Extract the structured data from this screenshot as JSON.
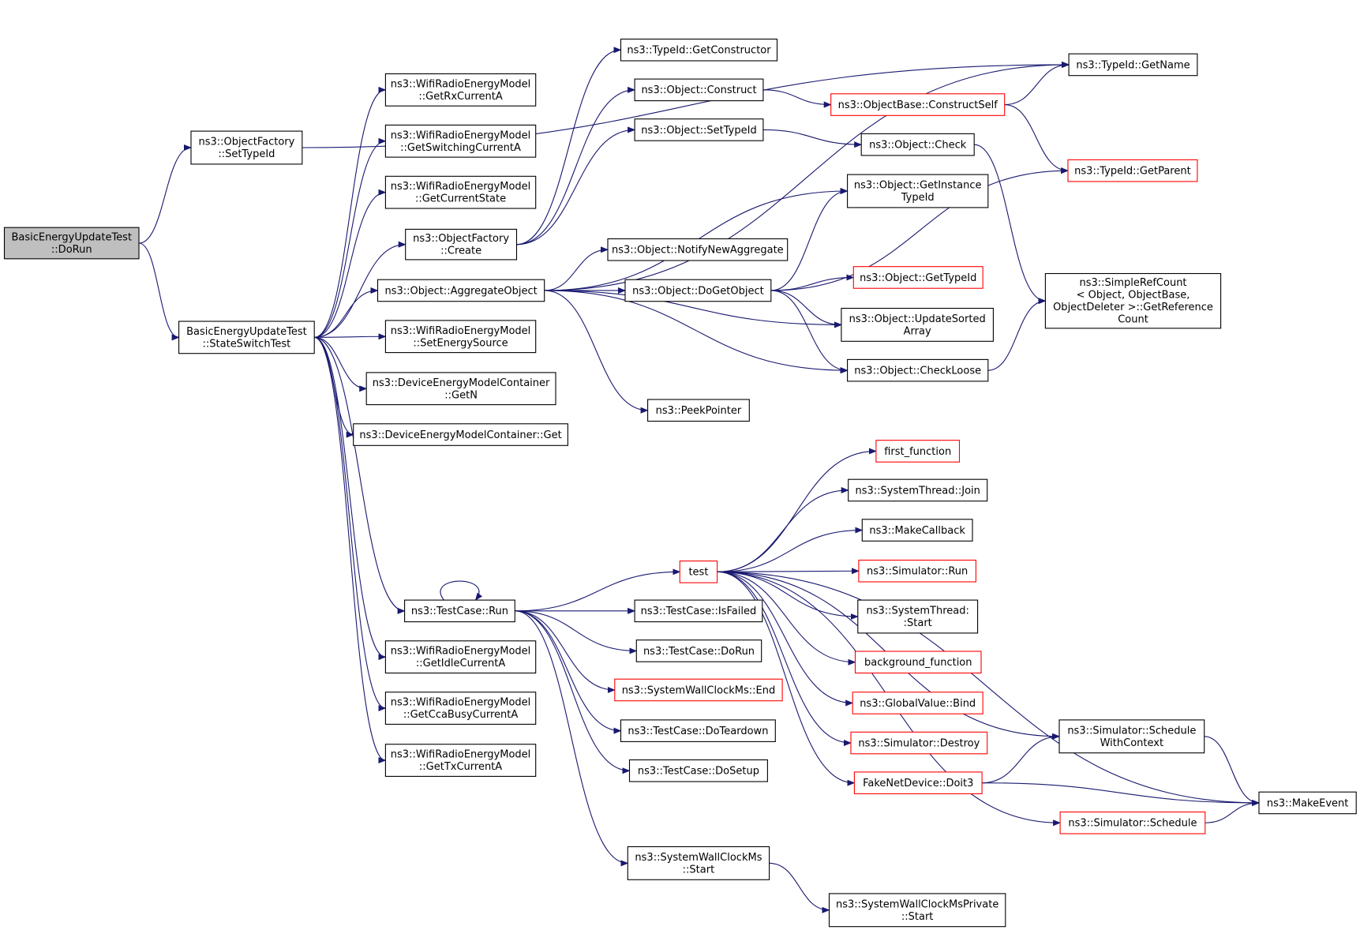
{
  "nodes": [
    {
      "id": "dorun",
      "lines": [
        "BasicEnergyUpdateTest",
        "::DoRun"
      ],
      "fill": "gray"
    },
    {
      "id": "of_settypeid",
      "lines": [
        "ns3::ObjectFactory",
        "::SetTypeId"
      ]
    },
    {
      "id": "sst",
      "lines": [
        "BasicEnergyUpdateTest",
        "::StateSwitchTest"
      ]
    },
    {
      "id": "getname",
      "lines": [
        "ns3::TypeId::GetName"
      ]
    },
    {
      "id": "getctor",
      "lines": [
        "ns3::TypeId::GetConstructor"
      ]
    },
    {
      "id": "getrx",
      "lines": [
        "ns3::WifiRadioEnergyModel",
        "::GetRxCurrentA"
      ]
    },
    {
      "id": "getsw",
      "lines": [
        "ns3::WifiRadioEnergyModel",
        "::GetSwitchingCurrentA"
      ]
    },
    {
      "id": "getcs",
      "lines": [
        "ns3::WifiRadioEnergyModel",
        "::GetCurrentState"
      ]
    },
    {
      "id": "of_create",
      "lines": [
        "ns3::ObjectFactory",
        "::Create"
      ]
    },
    {
      "id": "construct",
      "lines": [
        "ns3::Object::Construct"
      ]
    },
    {
      "id": "obj_settypeid",
      "lines": [
        "ns3::Object::SetTypeId"
      ]
    },
    {
      "id": "constructself",
      "lines": [
        "ns3::ObjectBase::ConstructSelf"
      ],
      "border": "red"
    },
    {
      "id": "check",
      "lines": [
        "ns3::Object::Check"
      ]
    },
    {
      "id": "getparent",
      "lines": [
        "ns3::TypeId::GetParent"
      ],
      "border": "red"
    },
    {
      "id": "getinst",
      "lines": [
        "ns3::Object::GetInstance",
        "TypeId"
      ]
    },
    {
      "id": "notify",
      "lines": [
        "ns3::Object::NotifyNewAggregate"
      ]
    },
    {
      "id": "aggregate",
      "lines": [
        "ns3::Object::AggregateObject"
      ]
    },
    {
      "id": "dogetobject",
      "lines": [
        "ns3::Object::DoGetObject"
      ]
    },
    {
      "id": "gettypeid",
      "lines": [
        "ns3::Object::GetTypeId"
      ],
      "border": "red"
    },
    {
      "id": "simplerefcount",
      "lines": [
        "ns3::SimpleRefCount",
        "< Object, ObjectBase,",
        " ObjectDeleter >::GetReference",
        "Count"
      ]
    },
    {
      "id": "updatesorted",
      "lines": [
        "ns3::Object::UpdateSorted",
        "Array"
      ]
    },
    {
      "id": "setsrc",
      "lines": [
        "ns3::WifiRadioEnergyModel",
        "::SetEnergySource"
      ]
    },
    {
      "id": "getn",
      "lines": [
        "ns3::DeviceEnergyModelContainer",
        "::GetN"
      ]
    },
    {
      "id": "checkloose",
      "lines": [
        "ns3::Object::CheckLoose"
      ]
    },
    {
      "id": "peek",
      "lines": [
        "ns3::PeekPointer"
      ]
    },
    {
      "id": "dem_get",
      "lines": [
        "ns3::DeviceEnergyModelContainer::Get"
      ]
    },
    {
      "id": "first",
      "lines": [
        "first_function"
      ],
      "border": "red"
    },
    {
      "id": "join",
      "lines": [
        "ns3::SystemThread::Join"
      ]
    },
    {
      "id": "makecb",
      "lines": [
        "ns3::MakeCallback"
      ]
    },
    {
      "id": "test",
      "lines": [
        "test"
      ],
      "border": "red"
    },
    {
      "id": "simrun",
      "lines": [
        "ns3::Simulator::Run"
      ],
      "border": "red"
    },
    {
      "id": "tc_run",
      "lines": [
        "ns3::TestCase::Run"
      ]
    },
    {
      "id": "isfailed",
      "lines": [
        "ns3::TestCase::IsFailed"
      ]
    },
    {
      "id": "st_start",
      "lines": [
        "ns3::SystemThread:",
        ":Start"
      ]
    },
    {
      "id": "tc_dorun",
      "lines": [
        "ns3::TestCase::DoRun"
      ]
    },
    {
      "id": "bg",
      "lines": [
        "background_function"
      ],
      "border": "red"
    },
    {
      "id": "idle",
      "lines": [
        "ns3::WifiRadioEnergyModel",
        "::GetIdleCurrentA"
      ]
    },
    {
      "id": "swc_end",
      "lines": [
        "ns3::SystemWallClockMs::End"
      ],
      "border": "red"
    },
    {
      "id": "gvbind",
      "lines": [
        "ns3::GlobalValue::Bind"
      ],
      "border": "red"
    },
    {
      "id": "cca",
      "lines": [
        "ns3::WifiRadioEnergyModel",
        "::GetCcaBusyCurrentA"
      ]
    },
    {
      "id": "teardown",
      "lines": [
        "ns3::TestCase::DoTeardown"
      ]
    },
    {
      "id": "schedctx",
      "lines": [
        "ns3::Simulator::Schedule",
        "WithContext"
      ]
    },
    {
      "id": "destroy",
      "lines": [
        "ns3::Simulator::Destroy"
      ],
      "border": "red"
    },
    {
      "id": "tx",
      "lines": [
        "ns3::WifiRadioEnergyModel",
        "::GetTxCurrentA"
      ]
    },
    {
      "id": "setup",
      "lines": [
        "ns3::TestCase::DoSetup"
      ]
    },
    {
      "id": "doit3",
      "lines": [
        "FakeNetDevice::Doit3"
      ],
      "border": "red"
    },
    {
      "id": "makeevent",
      "lines": [
        "ns3::MakeEvent"
      ]
    },
    {
      "id": "schedule",
      "lines": [
        "ns3::Simulator::Schedule"
      ],
      "border": "red"
    },
    {
      "id": "swc_start",
      "lines": [
        "ns3::SystemWallClockMs",
        "::Start"
      ]
    },
    {
      "id": "swcp_start",
      "lines": [
        "ns3::SystemWallClockMsPrivate",
        "::Start"
      ]
    }
  ],
  "edges": [
    [
      "dorun",
      "of_settypeid"
    ],
    [
      "dorun",
      "sst"
    ],
    [
      "of_settypeid",
      "getname"
    ],
    [
      "sst",
      "getrx"
    ],
    [
      "sst",
      "getsw"
    ],
    [
      "sst",
      "getcs"
    ],
    [
      "sst",
      "of_create"
    ],
    [
      "sst",
      "aggregate"
    ],
    [
      "sst",
      "setsrc"
    ],
    [
      "sst",
      "getn"
    ],
    [
      "sst",
      "dem_get"
    ],
    [
      "sst",
      "tc_run"
    ],
    [
      "sst",
      "idle"
    ],
    [
      "sst",
      "cca"
    ],
    [
      "sst",
      "tx"
    ],
    [
      "of_create",
      "getctor"
    ],
    [
      "of_create",
      "construct"
    ],
    [
      "of_create",
      "obj_settypeid"
    ],
    [
      "construct",
      "constructself"
    ],
    [
      "obj_settypeid",
      "check"
    ],
    [
      "constructself",
      "getname"
    ],
    [
      "constructself",
      "getparent"
    ],
    [
      "check",
      "simplerefcount"
    ],
    [
      "aggregate",
      "getname"
    ],
    [
      "aggregate",
      "getinst"
    ],
    [
      "aggregate",
      "notify"
    ],
    [
      "aggregate",
      "dogetobject"
    ],
    [
      "aggregate",
      "updatesorted"
    ],
    [
      "aggregate",
      "checkloose"
    ],
    [
      "aggregate",
      "peek"
    ],
    [
      "dogetobject",
      "getinst"
    ],
    [
      "dogetobject",
      "getparent"
    ],
    [
      "dogetobject",
      "gettypeid"
    ],
    [
      "dogetobject",
      "updatesorted"
    ],
    [
      "dogetobject",
      "checkloose"
    ],
    [
      "checkloose",
      "simplerefcount"
    ],
    [
      "tc_run",
      "tc_run"
    ],
    [
      "tc_run",
      "test"
    ],
    [
      "tc_run",
      "isfailed"
    ],
    [
      "tc_run",
      "tc_dorun"
    ],
    [
      "tc_run",
      "swc_end"
    ],
    [
      "tc_run",
      "teardown"
    ],
    [
      "tc_run",
      "setup"
    ],
    [
      "tc_run",
      "swc_start"
    ],
    [
      "swc_start",
      "swcp_start"
    ],
    [
      "test",
      "first"
    ],
    [
      "test",
      "join"
    ],
    [
      "test",
      "makecb"
    ],
    [
      "test",
      "simrun"
    ],
    [
      "test",
      "st_start"
    ],
    [
      "test",
      "bg"
    ],
    [
      "test",
      "gvbind"
    ],
    [
      "test",
      "destroy"
    ],
    [
      "test",
      "doit3"
    ],
    [
      "test",
      "schedule"
    ],
    [
      "test",
      "schedctx"
    ],
    [
      "test",
      "makeevent"
    ],
    [
      "doit3",
      "schedctx"
    ],
    [
      "doit3",
      "makeevent"
    ],
    [
      "schedctx",
      "makeevent"
    ],
    [
      "schedule",
      "makeevent"
    ]
  ]
}
